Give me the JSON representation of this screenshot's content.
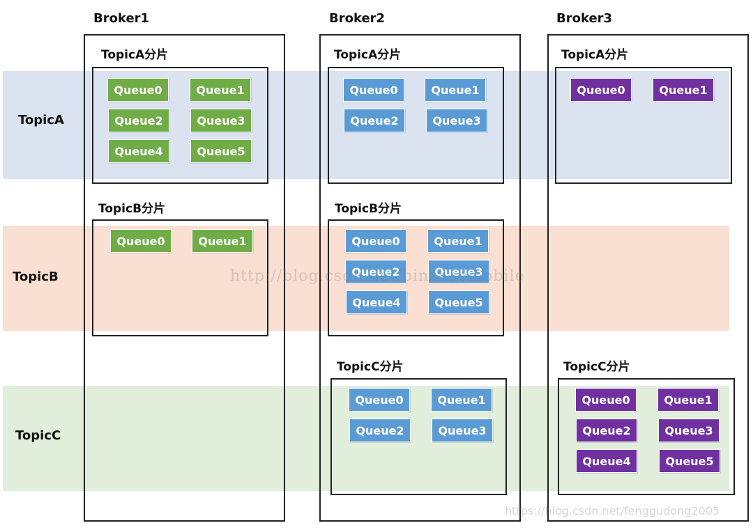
{
  "brokers": [
    "Broker1",
    "Broker2",
    "Broker3"
  ],
  "topics": [
    "TopicA",
    "TopicB",
    "TopicC"
  ],
  "shards": {
    "b1_a": "TopicA分片",
    "b1_b": "TopicB分片",
    "b2_a": "TopicA分片",
    "b2_b": "TopicB分片",
    "b2_c": "TopicC分片",
    "b3_a": "TopicA分片",
    "b3_c": "TopicC分片"
  },
  "queues": [
    "Queue0",
    "Queue1",
    "Queue2",
    "Queue3",
    "Queue4",
    "Queue5"
  ],
  "colors": {
    "broker1_queue": "#70ad47",
    "broker2_queue": "#5b9bd5",
    "broker3_queue": "#7030a0",
    "topicA_band": "#dbe3f1",
    "topicB_band": "#fae0d2",
    "topicC_band": "#e2eedc"
  },
  "watermarks": {
    "center": "http://blog.csdn.net/binzhaomobile",
    "footer": "https://blog.csdn.net/fenggudong2005"
  }
}
